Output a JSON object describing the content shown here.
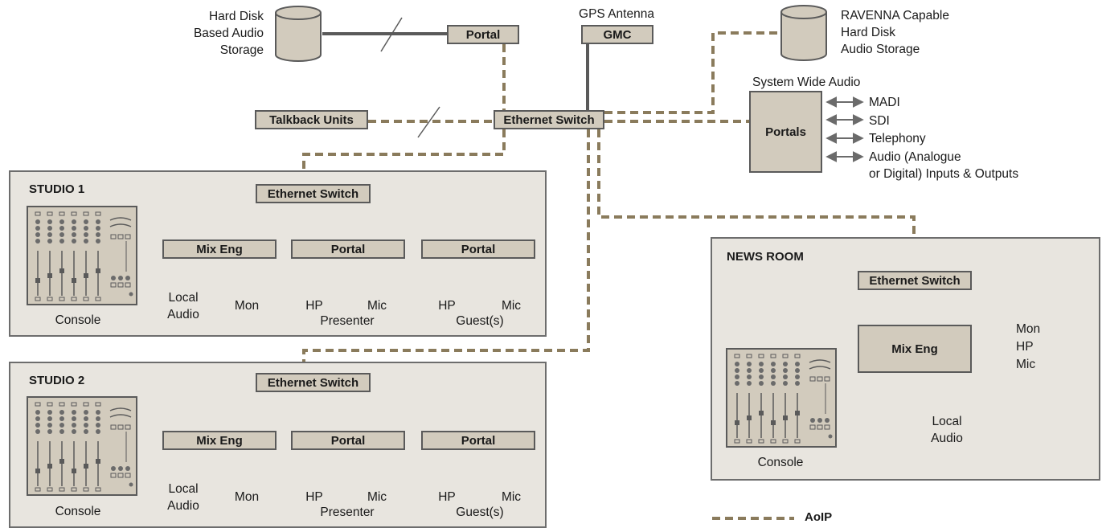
{
  "storage_left": {
    "label": "Hard Disk\nBased Audio\nStorage"
  },
  "top_portal": {
    "label": "Portal"
  },
  "gps": {
    "label": "GPS Antenna",
    "gmc_label": "GMC"
  },
  "ravenna_storage": {
    "label": "RAVENNA Capable\nHard Disk\nAudio Storage"
  },
  "talkback": {
    "label": "Talkback Units"
  },
  "core_switch": {
    "label": "Ethernet Switch"
  },
  "system_wide": {
    "title": "System Wide Audio",
    "portals_label": "Portals",
    "outputs": [
      "MADI",
      "SDI",
      "Telephony",
      "Audio (Analogue\nor Digital) Inputs & Outputs"
    ]
  },
  "studios": [
    {
      "title": "STUDIO 1",
      "switch_label": "Ethernet Switch",
      "mix_label": "Mix Eng",
      "portal_labels": [
        "Portal",
        "Portal"
      ],
      "console_label": "Console",
      "local_audio": "Local\nAudio",
      "mon": "Mon",
      "hp1": "HP",
      "mic1": "Mic",
      "presenter": "Presenter",
      "hp2": "HP",
      "mic2": "Mic",
      "guests": "Guest(s)"
    },
    {
      "title": "STUDIO 2",
      "switch_label": "Ethernet Switch",
      "mix_label": "Mix Eng",
      "portal_labels": [
        "Portal",
        "Portal"
      ],
      "console_label": "Console",
      "local_audio": "Local\nAudio",
      "mon": "Mon",
      "hp1": "HP",
      "mic1": "Mic",
      "presenter": "Presenter",
      "hp2": "HP",
      "mic2": "Mic",
      "guests": "Guest(s)"
    }
  ],
  "newsroom": {
    "title": "NEWS ROOM",
    "switch_label": "Ethernet Switch",
    "mix_label": "Mix Eng",
    "outputs": [
      "Mon",
      "HP",
      "Mic"
    ],
    "local_audio": "Local\nAudio",
    "console_label": "Console"
  },
  "legend": {
    "aoip_label": "AoIP"
  },
  "colors": {
    "aoip": "#8a7b5c",
    "box_fill": "#d2cbbd",
    "area_fill": "#e8e5df",
    "line": "#5a5a5a"
  }
}
